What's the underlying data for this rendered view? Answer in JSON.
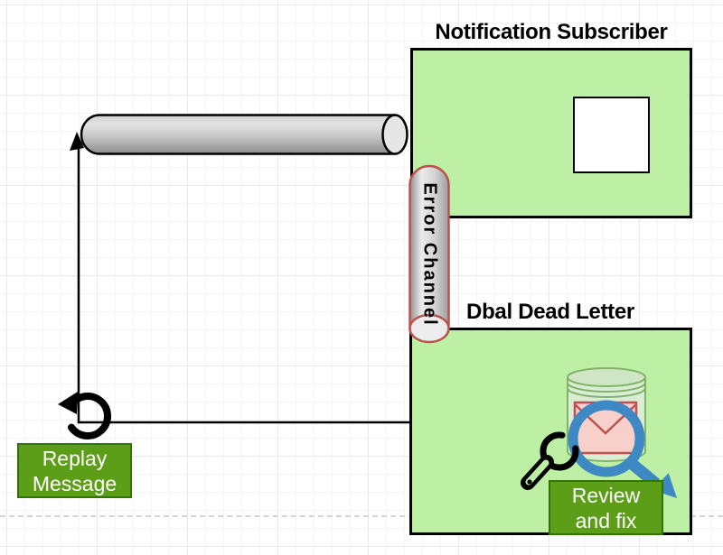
{
  "diagram": {
    "notification_subscriber": {
      "title": "Notification Subscriber"
    },
    "dbal_dead_letter": {
      "title": "Dbal Dead Letter"
    },
    "error_channel": {
      "label": "Error Channel"
    },
    "replay_message": {
      "line1": "Replay",
      "line2": "Message"
    },
    "review_and_fix": {
      "line1": "Review",
      "line2": "and fix"
    },
    "colors": {
      "box_fill": "#bdf0a4",
      "box_border": "#000000",
      "label_fill": "#5c9e18",
      "label_border": "#2f7500",
      "label_text": "#ffffff",
      "error_channel_border": "#b85450",
      "pipe_border": "#000000",
      "database_border": "#82b366",
      "database_fill": "#d9ecd4",
      "envelope_fill": "#f7d0cc",
      "envelope_border": "#c0504d",
      "magnifier_blue": "#3e89c4",
      "wrench_black": "#000000"
    }
  }
}
